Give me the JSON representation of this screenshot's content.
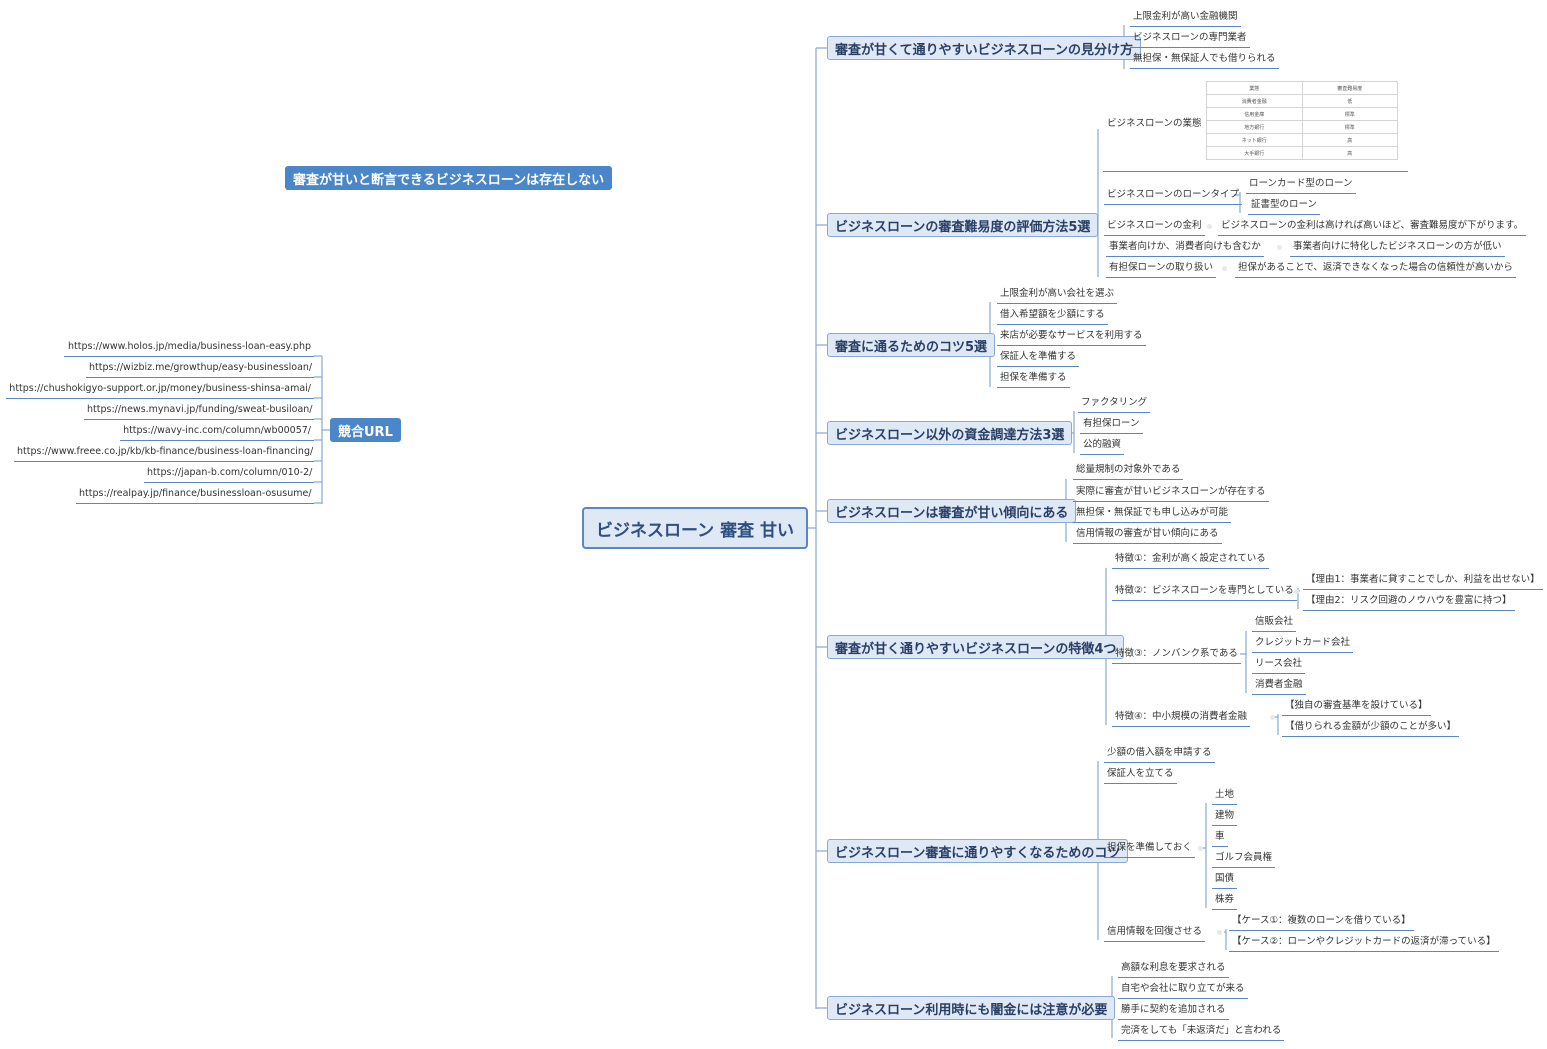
{
  "root": "ビジネスローン 審査 甘い",
  "floating": {
    "note": "審査が甘いと断言できるビジネスローンは存在しない",
    "competitor_label": "競合URL",
    "urls": [
      "https://www.holos.jp/media/business-loan-easy.php",
      "https://wizbiz.me/growthup/easy-businessloan/",
      "https://chushokigyo-support.or.jp/money/business-shinsa-amai/",
      "https://news.mynavi.jp/funding/sweat-busiloan/",
      "https://wavy-inc.com/column/wb00057/",
      "https://www.freee.co.jp/kb/kb-finance/business-loan-financing/",
      "https://japan-b.com/column/010-2/",
      "https://realpay.jp/finance/businessloan-osusume/"
    ]
  },
  "branches": {
    "b1": {
      "title": "審査が甘くて通りやすいビジネスローンの見分け方",
      "items": [
        "上限金利が高い金融機関",
        "ビジネスローンの専門業者",
        "無担保・無保証人でも借りられる"
      ]
    },
    "b2": {
      "title": "ビジネスローンの審査難易度の評価方法5選",
      "business_type": {
        "label": "ビジネスローンの業態",
        "table": [
          [
            "業態",
            "審査難易度"
          ],
          [
            "消費者金融",
            "低"
          ],
          [
            "信用金庫",
            "標準"
          ],
          [
            "地方銀行",
            "標準"
          ],
          [
            "ネット銀行",
            "高"
          ],
          [
            "大手銀行",
            "高"
          ]
        ]
      },
      "loan_type": {
        "label": "ビジネスローンのローンタイプ",
        "items": [
          "ローンカード型のローン",
          "証書型のローン"
        ]
      },
      "interest": {
        "label": "ビジネスローンの金利",
        "detail": "ビジネスローンの金利は高ければ高いほど、審査難易度が下がります。"
      },
      "target": {
        "label": "事業者向けか、消費者向けも含むか",
        "detail": "事業者向けに特化したビジネスローンの方が低い"
      },
      "collateral": {
        "label": "有担保ローンの取り扱い",
        "detail": "担保があることで、返済できなくなった場合の信頼性が高いから"
      }
    },
    "b3": {
      "title": "審査に通るためのコツ5選",
      "items": [
        "上限金利が高い会社を選ぶ",
        "借入希望額を少額にする",
        "来店が必要なサービスを利用する",
        "保証人を準備する",
        "担保を準備する"
      ]
    },
    "b4": {
      "title": "ビジネスローン以外の資金調達方法3選",
      "items": [
        "ファクタリング",
        "有担保ローン",
        "公的融資"
      ]
    },
    "b5": {
      "title": "ビジネスローンは審査が甘い傾向にある",
      "items": [
        "総量規制の対象外である",
        "実際に審査が甘いビジネスローンが存在する",
        "無担保・無保証でも申し込みが可能",
        "信用情報の審査が甘い傾向にある"
      ]
    },
    "b6": {
      "title": "審査が甘く通りやすいビジネスローンの特徴4つ",
      "f1": "特徴①：金利が高く設定されている",
      "f2": {
        "label": "特徴②：ビジネスローンを専門としている",
        "items": [
          "【理由1：事業者に貸すことでしか、利益を出せない】",
          "【理由2：リスク回避のノウハウを豊富に持つ】"
        ]
      },
      "f3": {
        "label": "特徴③：ノンバンク系である",
        "items": [
          "信販会社",
          "クレジットカード会社",
          "リース会社",
          "消費者金融"
        ]
      },
      "f4": {
        "label": "特徴④：中小規模の消費者金融",
        "items": [
          "【独自の審査基準を設けている】",
          "【借りられる金額が少額のことが多い】"
        ]
      }
    },
    "b7": {
      "title": "ビジネスローン審査に通りやすくなるためのコツ",
      "i1": "少額の借入額を申請する",
      "i2": "保証人を立てる",
      "i3": {
        "label": "担保を準備しておく",
        "items": [
          "土地",
          "建物",
          "車",
          "ゴルフ会員権",
          "国債",
          "株券"
        ]
      },
      "i4": {
        "label": "信用情報を回復させる",
        "items": [
          "【ケース①：複数のローンを借りている】",
          "【ケース②：ローンやクレジットカードの返済が滞っている】"
        ]
      }
    },
    "b8": {
      "title": "ビジネスローン利用時にも闇金には注意が必要",
      "items": [
        "高額な利息を要求される",
        "自宅や会社に取り立てが来る",
        "勝手に契約を追加される",
        "完済をしても「未返済だ」と言われる"
      ]
    }
  }
}
